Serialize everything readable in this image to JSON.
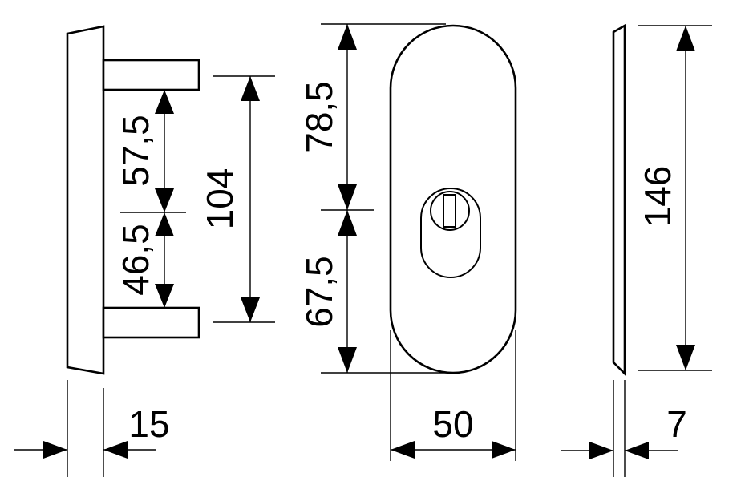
{
  "drawing": {
    "dimensions": {
      "side_depth": "15",
      "pin_span_upper": "57,5",
      "pin_span_lower": "46,5",
      "pin_outer_span": "104",
      "front_upper_to_cylinder": "78,5",
      "front_lower_to_cylinder": "67,5",
      "front_width": "50",
      "edge_height": "146",
      "edge_thickness": "7"
    },
    "colors": {
      "line": "#000000",
      "background": "#ffffff"
    }
  }
}
